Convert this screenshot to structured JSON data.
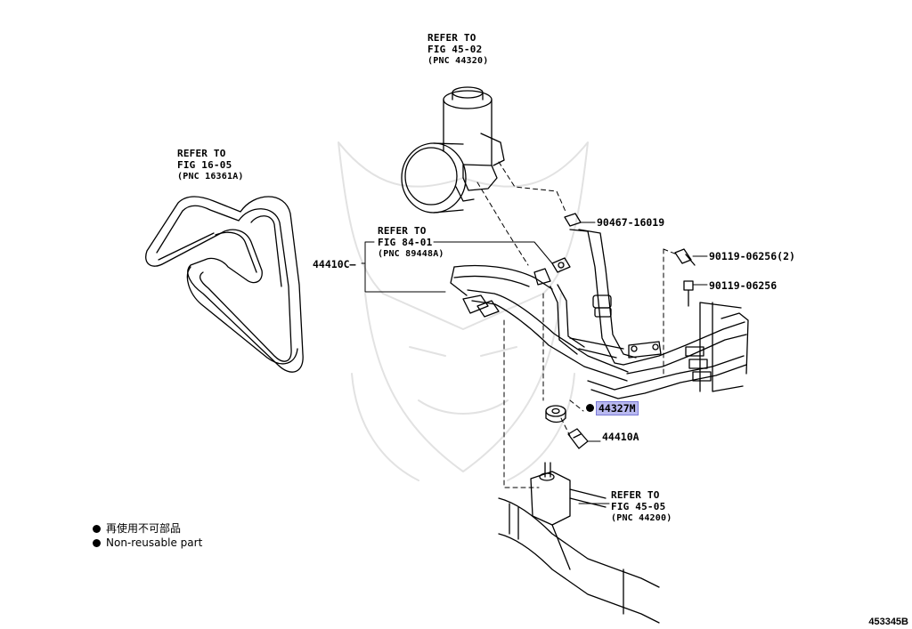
{
  "refs": {
    "pump": {
      "line1": "REFER TO",
      "line2": "FIG 45-02",
      "line3": "(PNC 44320)"
    },
    "belt": {
      "line1": "REFER TO",
      "line2": "FIG 16-05",
      "line3": "(PNC 16361A)"
    },
    "cooler": {
      "line1": "REFER TO",
      "line2": "FIG 84-01",
      "line3": "(PNC 89448A)"
    },
    "gear": {
      "line1": "REFER TO",
      "line2": "FIG 45-05",
      "line3": "(PNC 44200)"
    }
  },
  "parts": {
    "clip": "90467-16019",
    "bolt_a": "90119-06256(2)",
    "bolt_b": "90119-06256",
    "hose_assy": "44410C",
    "gasket": "44327M",
    "union_bolt": "44410A"
  },
  "legend": {
    "line_jp": "再使用不可部品",
    "line_en": "Non-reusable part"
  },
  "figure_id": "453345B",
  "colors": {
    "highlight": "#b9b9f0",
    "line": "#000000"
  }
}
